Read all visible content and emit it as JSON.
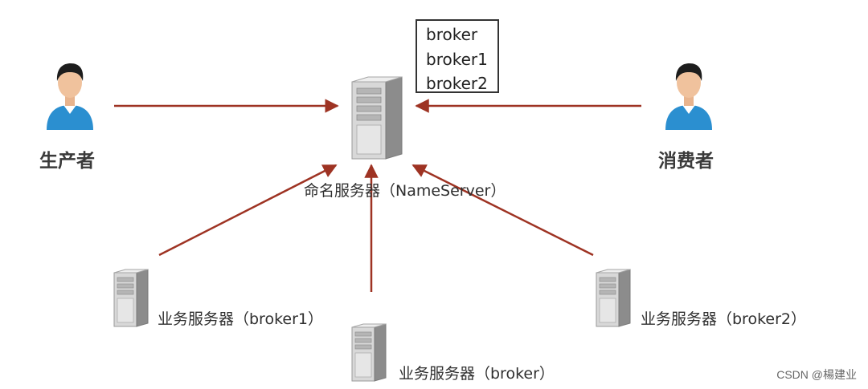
{
  "colors": {
    "arrow": "#9e3323",
    "person_shirt": "#2b8fd0",
    "server_body": "#cfcfcf"
  },
  "icons": {
    "producer": "person-icon",
    "consumer": "person-icon",
    "servers": "server-tower-icon"
  },
  "producer": {
    "label": "生产者"
  },
  "consumer": {
    "label": "消费者"
  },
  "nameserver": {
    "label": "命名服务器（NameServer）",
    "broker_list": [
      "broker",
      "broker1",
      "broker2"
    ]
  },
  "brokers": {
    "broker1": {
      "label": "业务服务器（broker1）"
    },
    "broker": {
      "label": "业务服务器（broker）"
    },
    "broker2": {
      "label": "业务服务器（broker2）"
    }
  },
  "watermark": "CSDN @楊建业"
}
